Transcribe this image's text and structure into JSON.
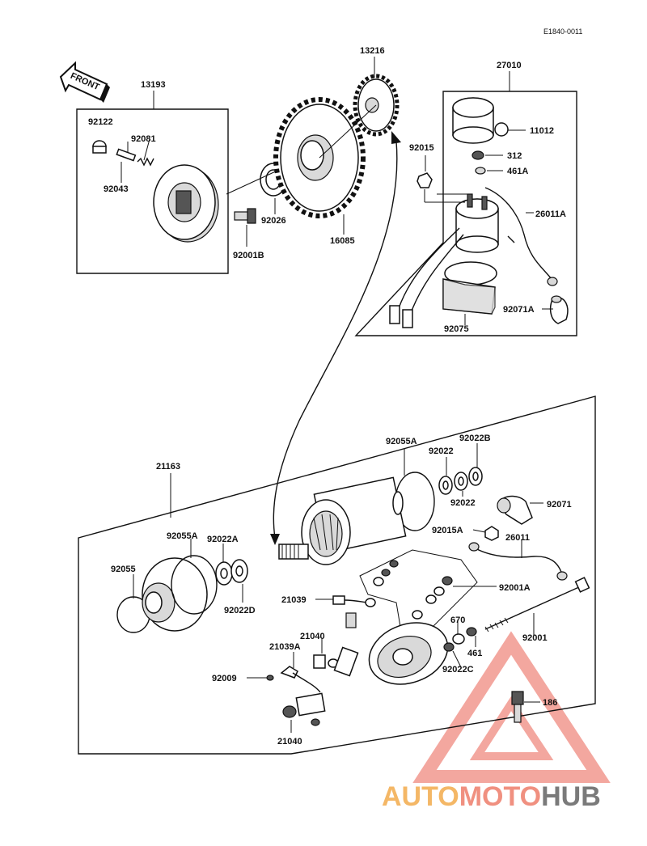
{
  "diagram": {
    "code": "E1840-0011",
    "front_label": "FRONT",
    "labels": {
      "p13216": "13216",
      "p27010": "27010",
      "p13193": "13193",
      "p92122": "92122",
      "p92081": "92081",
      "p92043": "92043",
      "p92026": "92026",
      "p16085": "16085",
      "p92001B": "92001B",
      "p92015": "92015",
      "p11012": "11012",
      "p312": "312",
      "p461A": "461A",
      "p26011A": "26011A",
      "p92071A": "92071A",
      "p92075": "92075",
      "p21163": "21163",
      "p92055A_top": "92055A",
      "p92022_a": "92022",
      "p92022B": "92022B",
      "p92022_b": "92022",
      "p92071": "92071",
      "p92015A": "92015A",
      "p26011": "26011",
      "p92055A_left": "92055A",
      "p92022A": "92022A",
      "p92055": "92055",
      "p92022D": "92022D",
      "p92001A": "92001A",
      "p21039": "21039",
      "p670": "670",
      "p21040_top": "21040",
      "p461": "461",
      "p92001": "92001",
      "p21039A": "21039A",
      "p92022C": "92022C",
      "p92009": "92009",
      "p186": "186",
      "p21040_bottom": "21040"
    }
  },
  "watermark": {
    "part1": "AUTO",
    "part2": "MOTO",
    "part3": "HUB",
    "colors": {
      "auto": "#f4b766",
      "moto": "#f09080",
      "hub": "#7a7a7a",
      "triangle": "#f08a80"
    }
  }
}
